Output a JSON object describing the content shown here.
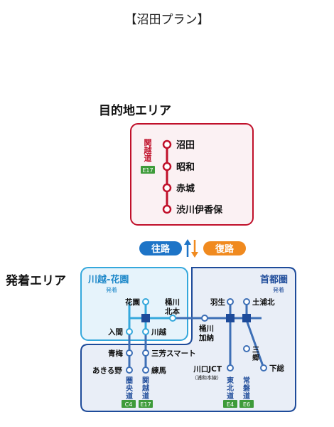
{
  "page_title": "【沼田プラン】",
  "destination": {
    "section_label": "目的地エリア",
    "road_name": "関越道",
    "road_code": "E17",
    "stations": [
      "沼田",
      "昭和",
      "赤城",
      "渋川伊香保"
    ]
  },
  "direction": {
    "outbound": "往路",
    "return": "復路"
  },
  "departure": {
    "section_label": "発着エリア",
    "kawagoe_area": {
      "name": "川越-花園",
      "note": "発着"
    },
    "metro_area": {
      "name": "首都圏",
      "note": "発着"
    },
    "ic": {
      "hanazono": "花園",
      "okegawa_kita": "桶川北本",
      "iruma": "入間",
      "kawagoe": "川越",
      "okegawa_kano": "桶川加納",
      "hanyu": "羽生",
      "tsuchiura_kita": "土浦北",
      "ome": "青梅",
      "sanyoshi": "三芳スマート",
      "akiruno": "あきる野",
      "nerima": "練馬",
      "kawaguchi_jct": "川口JCT",
      "kawaguchi_note": "（浦和本線）",
      "misato": "三郷",
      "shimotsuma": "下総"
    },
    "roads": {
      "ken_o": "圏央道",
      "kan_etsu": "関越道",
      "tohoku": "東北道",
      "joban": "常磐道"
    },
    "codes": {
      "c4": "C4",
      "e17": "E17",
      "e4": "E4",
      "e6": "E6"
    }
  },
  "colors": {
    "destination": "#c0102a",
    "destination_bg": "#fbf1f3",
    "area_border": "#1e4b9a",
    "area_bg": "#e9eef7",
    "kawagoe_border": "#35a8dc",
    "kawagoe_bg": "#e6f3fb",
    "route_line": "#3d6fb6",
    "road_code_bg": "#3e9b3a",
    "outbound": "#1d74c7",
    "return": "#f08a1f"
  }
}
